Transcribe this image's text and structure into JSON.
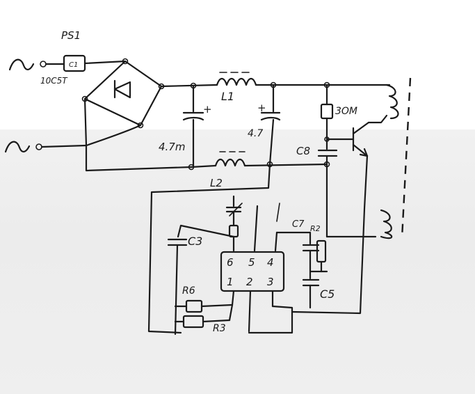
{
  "labels": {
    "fuse": "PS1",
    "fuse_inner": "C1",
    "fuse_value": "10C5T",
    "inductor1": "L1",
    "inductor2": "L2",
    "cap_left_value": "4.7m",
    "cap_mid_value": "4.7",
    "cap_plus": "+",
    "cap_plus2": "+",
    "relay": "3OM",
    "c8": "C8",
    "c3": "C3",
    "c7": "C7",
    "r2": "R2",
    "c5": "C5",
    "r6": "R6",
    "r3": "R3",
    "pin6": "6",
    "pin5": "5",
    "pin4": "4",
    "pin1": "1",
    "pin2": "2",
    "pin3": "3",
    "ac1": "~",
    "ac2": "~"
  }
}
